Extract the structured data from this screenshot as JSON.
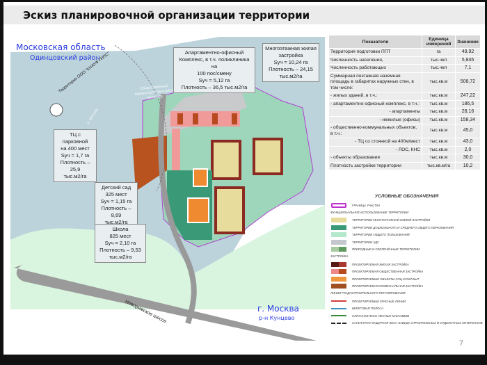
{
  "title": "Эскиз планировочной организации территории",
  "regions": {
    "moscow_oblast": "Московская область",
    "odintsovo": "Одинцовский район",
    "moscow": "г. Москва",
    "kuntsevo": "р-н Кунцево"
  },
  "map_labels": {
    "knauf": "Территория ООО \"КНАУФ ГИПС\"",
    "highway": "Новорижское шоссе",
    "transport": "Общественный транспорт (высадка/посадка)",
    "river": "р. Москва"
  },
  "callouts": {
    "apart": [
      "Апартаментно-офисный",
      "Комплекс, в т.ч. поликлиника на",
      "100 пос/смену",
      "Sуч = 5,12 га",
      "Плотность – 36,5 тыс.м2/га"
    ],
    "residential": [
      "Многоэтажная жилая",
      "застройка",
      "Sуч = 10,24 га",
      "Плотность – 24,15",
      "тыс.м2/га"
    ],
    "mall": [
      "ТЦ с парковной",
      "на 400 мест",
      "Sуч = 1,7 га",
      "Плотность – 25,9",
      "тыс.м2/га"
    ],
    "kindergarten": [
      "Детский сад",
      "325 мест",
      "Sуч = 1,15 га",
      "Плотность – 8,69",
      "тыс.м2/га"
    ],
    "school": [
      "Школа",
      "825 мест",
      "Sуч = 2,10 га",
      "Плотность – 9,53",
      "тыс.м2/га"
    ]
  },
  "table": {
    "headers": [
      "Показатели",
      "Единица измерений",
      "Значение"
    ],
    "rows": [
      {
        "label": "Территория подготовки ППТ",
        "unit": "га",
        "value": "49,92",
        "align": "l"
      },
      {
        "label": "Численность населения,",
        "unit": "тыс.чел",
        "value": "5,845",
        "align": "l"
      },
      {
        "label": "Численность работающих",
        "unit": "тыс.чел",
        "value": "7,1",
        "align": "l"
      },
      {
        "label": "Суммарная поэтажная наземная площадь в габаритах наружных стен, в том числе:",
        "unit": "тыс.кв.м",
        "value": "508,72",
        "align": "l"
      },
      {
        "label": "- жилых зданий, в т.ч.:",
        "unit": "тыс.кв.м",
        "value": "247,22",
        "align": "l"
      },
      {
        "label": "- апартаментно-офисный комплекс, в т.ч.:",
        "unit": "тыс.кв.м",
        "value": "186,5",
        "align": "l"
      },
      {
        "label": "- апартаменты",
        "unit": "тыс.кв.м",
        "value": "28,16",
        "align": "r"
      },
      {
        "label": "- нежилые (офисы)",
        "unit": "тыс.кв.м",
        "value": "158,34",
        "align": "r"
      },
      {
        "label": "- общественно-коммунальных объектов, в т.ч.:",
        "unit": "тыс.кв.м",
        "value": "45,0",
        "align": "l"
      },
      {
        "label": "- ТЦ со стоянкой на 400м/мест",
        "unit": "тыс.кв.м",
        "value": "43,0",
        "align": "r"
      },
      {
        "label": "- ЛОС, КНС",
        "unit": "тыс.кв.м",
        "value": "2,0",
        "align": "r"
      },
      {
        "label": "- объекты образования",
        "unit": "тыс.кв.м",
        "value": "30,0",
        "align": "l"
      },
      {
        "label": "Плотность застройки территории",
        "unit": "тыс.кв.м/га",
        "value": "10,2",
        "align": "l"
      }
    ]
  },
  "legend": {
    "title": "Условные обозначения",
    "items": [
      {
        "type": "item",
        "label": "Граница участка",
        "colors": [
          "border:#c030d0"
        ]
      },
      {
        "type": "section",
        "label": "Функциональное использование территории"
      },
      {
        "type": "item",
        "label": "Территории многоэтажной жилой застройки",
        "colors": [
          "#e8dc9c"
        ]
      },
      {
        "type": "item",
        "label": "Территории дошкольного и среднего общего образования",
        "colors": [
          "#3a9a78"
        ]
      },
      {
        "type": "item",
        "label": "Территории общего пользования",
        "colors": [
          "#b4e8cc"
        ]
      },
      {
        "type": "item",
        "label": "Территории УДС",
        "colors": [
          "#c4c8cc"
        ]
      },
      {
        "type": "item",
        "label": "Природные и озеленённые территории",
        "colors": [
          "#a8caa0",
          "#5e9a5e"
        ]
      },
      {
        "type": "section",
        "label": "Застройка"
      },
      {
        "type": "item",
        "label": "Проектируемая жилая застройка",
        "colors": [
          "#5a1a14",
          "#a83a30"
        ]
      },
      {
        "type": "item",
        "label": "Проектируемая общественная застройка",
        "colors": [
          "#ee8888",
          "#b84a20"
        ]
      },
      {
        "type": "item",
        "label": "Проектируемые объекты соц.культ.быт.",
        "colors": [
          "#f09840"
        ]
      },
      {
        "type": "item",
        "label": "Проектируемая коммунальная застройка",
        "colors": [
          "#a05020"
        ]
      },
      {
        "type": "section",
        "label": "Линии градостроительного регулирования"
      },
      {
        "type": "line",
        "label": "Проектируемые красные линии",
        "colors": [
          "#d04040"
        ]
      },
      {
        "type": "line",
        "label": "Береговая полоса",
        "colors": [
          "#4090c0"
        ]
      },
      {
        "type": "line",
        "label": "Охранная зона лесных массивов",
        "colors": [
          "#3a8a3a"
        ]
      },
      {
        "type": "line",
        "label": "Санитарно-защитная зона завода строительных и отделочных материалов",
        "colors": [
          "#222"
        ]
      }
    ]
  },
  "page_number": "7"
}
